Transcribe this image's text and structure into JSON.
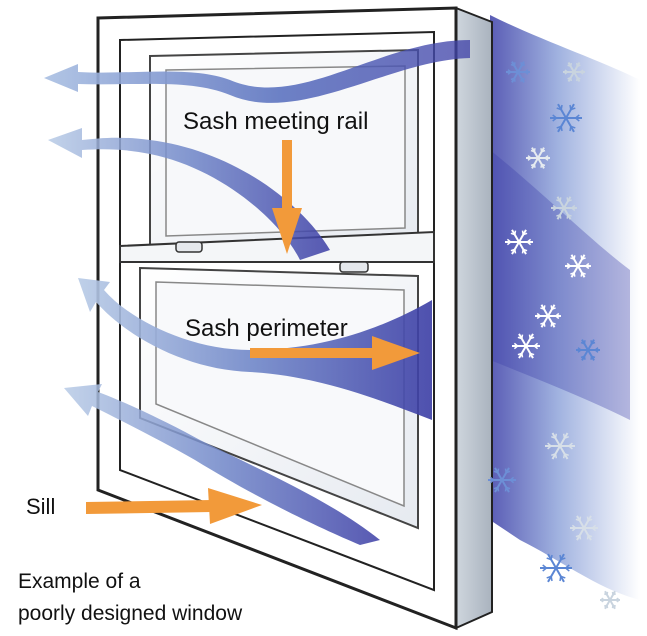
{
  "labels": {
    "meeting_rail": "Sash meeting rail",
    "perimeter": "Sash perimeter",
    "sill": "Sill"
  },
  "caption": {
    "line1": "Example of a",
    "line2": "poorly designed window"
  },
  "colors": {
    "arrow_orange": "#f29a3a",
    "airflow_blue": "#3c3fa6",
    "airflow_light": "#9fb6dc",
    "frame_stroke": "#222222",
    "frame_side": "#b9c2cc"
  },
  "icons": [
    "snowflake-icon",
    "airflow-arrow",
    "orange-pointer-arrow"
  ]
}
